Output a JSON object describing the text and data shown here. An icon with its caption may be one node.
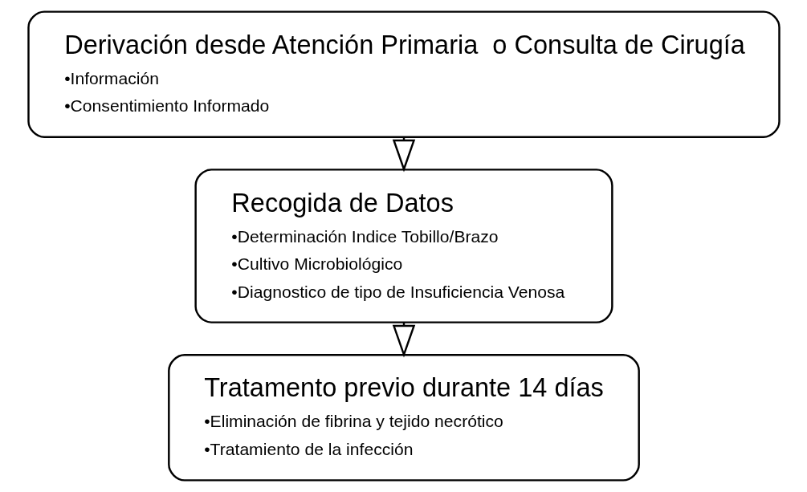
{
  "diagram": {
    "nodes": [
      {
        "text": [
          "Derivación desde Atención Primaria  o Consulta de Cirugía",
          "•Información",
          "•Consentimiento Informado"
        ]
      },
      {
        "text": [
          "Recogida de Datos",
          "•Determinación Indice Tobillo/Brazo",
          "•Cultivo Microbiológico",
          "•Diagnostico de tipo de Insuficiencia Venosa"
        ]
      },
      {
        "text": [
          "Tratamento previo durante 14 días",
          "•Eliminación de fibrina y tejido necrótico",
          "•Tratamiento de la infección"
        ]
      }
    ],
    "edges": [
      {
        "from": 0,
        "to": 1,
        "arrow": "to"
      },
      {
        "from": 1,
        "to": 2,
        "arrow": "to"
      }
    ]
  }
}
